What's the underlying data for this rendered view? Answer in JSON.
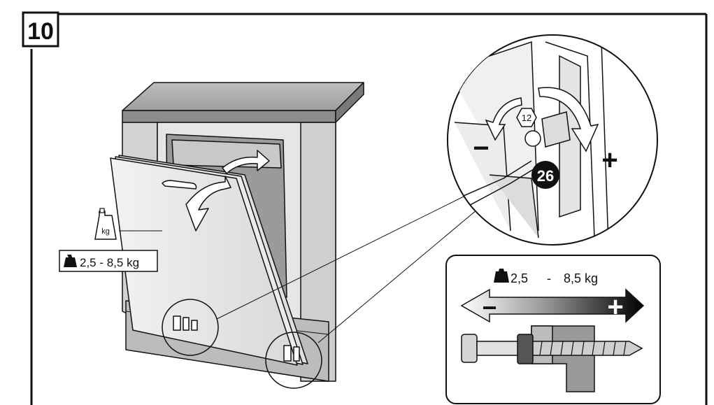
{
  "step": {
    "number": "10"
  },
  "door_weight": {
    "range": "2,5 - 8,5 kg",
    "kg_symbol": "kg"
  },
  "adjust_scale": {
    "min_value": "2,5",
    "separator": "-",
    "max_value": "8,5 kg",
    "minus": "−",
    "plus": "+"
  },
  "detail": {
    "wrench_size": "12",
    "part_number": "26",
    "minus": "−",
    "plus": "+"
  },
  "icons": [
    "weight-icon",
    "kg-weight-icon",
    "arrow-icon",
    "hex-nut-icon"
  ],
  "colors": {
    "line": "#111111",
    "panel_gray": "#d6d6d6",
    "dark_gray": "#555555"
  }
}
